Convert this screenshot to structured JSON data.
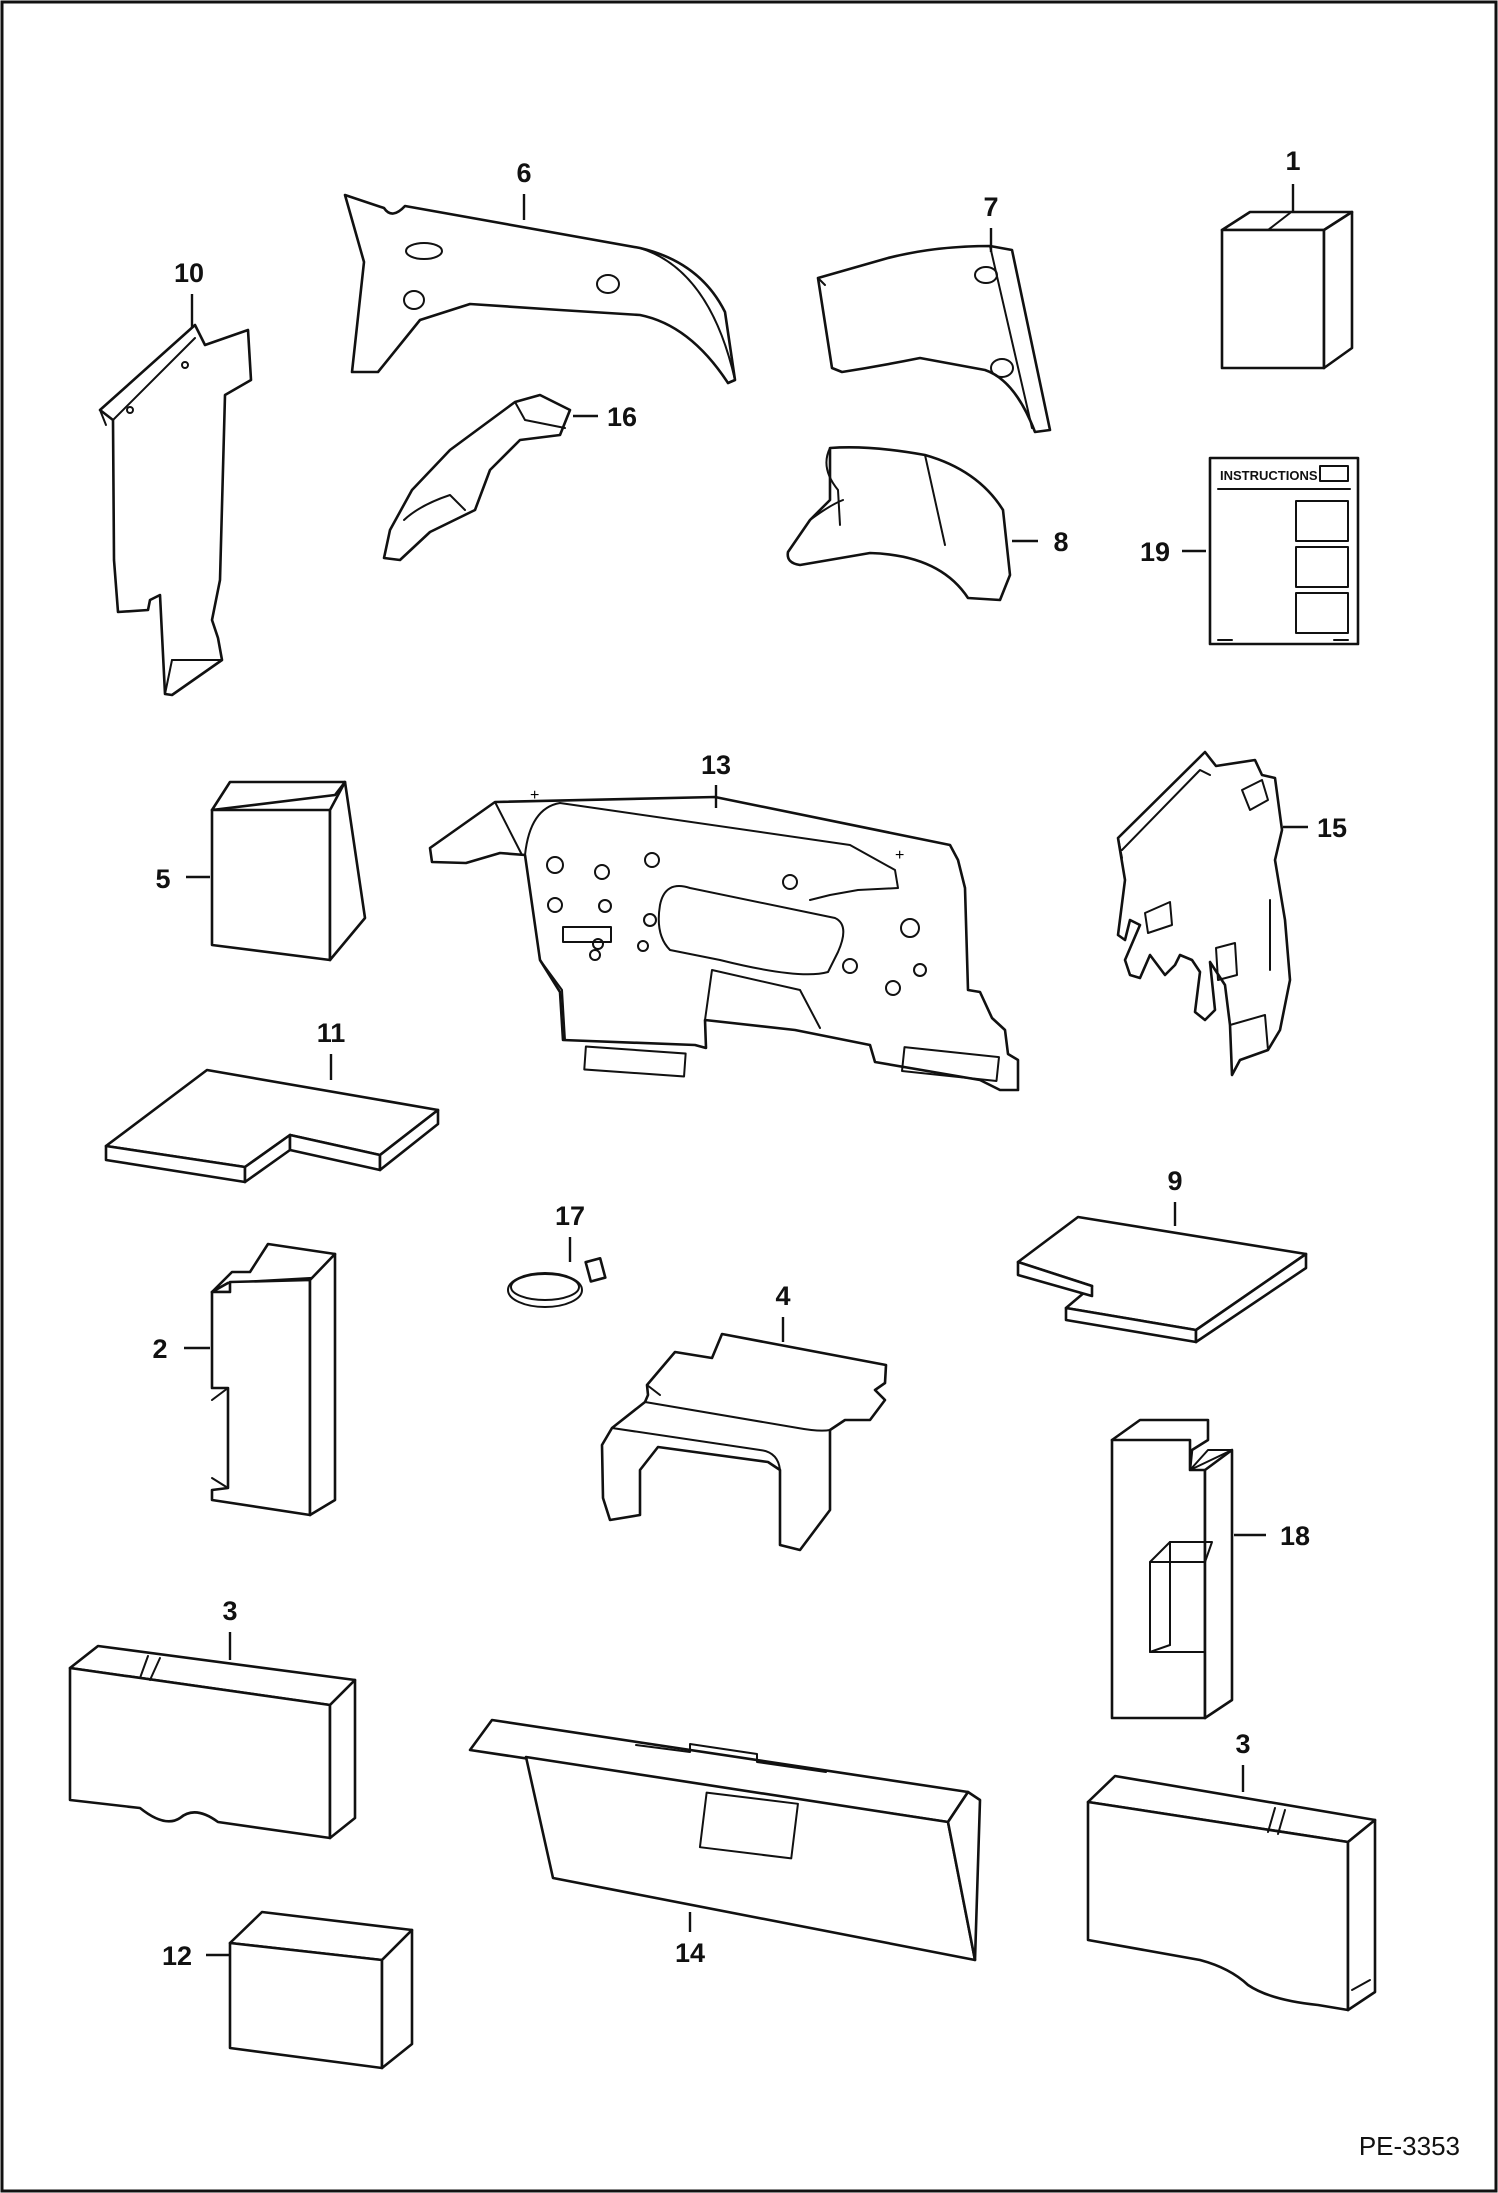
{
  "drawing": {
    "reference": "PE-3353",
    "instructions_title": "INSTRUCTIONS"
  },
  "parts": [
    {
      "key": "p1",
      "number": "1"
    },
    {
      "key": "p2",
      "number": "2"
    },
    {
      "key": "p3a",
      "number": "3"
    },
    {
      "key": "p3b",
      "number": "3"
    },
    {
      "key": "p4",
      "number": "4"
    },
    {
      "key": "p5",
      "number": "5"
    },
    {
      "key": "p6",
      "number": "6"
    },
    {
      "key": "p7",
      "number": "7"
    },
    {
      "key": "p8",
      "number": "8"
    },
    {
      "key": "p9",
      "number": "9"
    },
    {
      "key": "p10",
      "number": "10"
    },
    {
      "key": "p11",
      "number": "11"
    },
    {
      "key": "p12",
      "number": "12"
    },
    {
      "key": "p13",
      "number": "13"
    },
    {
      "key": "p14",
      "number": "14"
    },
    {
      "key": "p15",
      "number": "15"
    },
    {
      "key": "p16",
      "number": "16"
    },
    {
      "key": "p17",
      "number": "17"
    },
    {
      "key": "p18",
      "number": "18"
    },
    {
      "key": "p19",
      "number": "19"
    }
  ]
}
